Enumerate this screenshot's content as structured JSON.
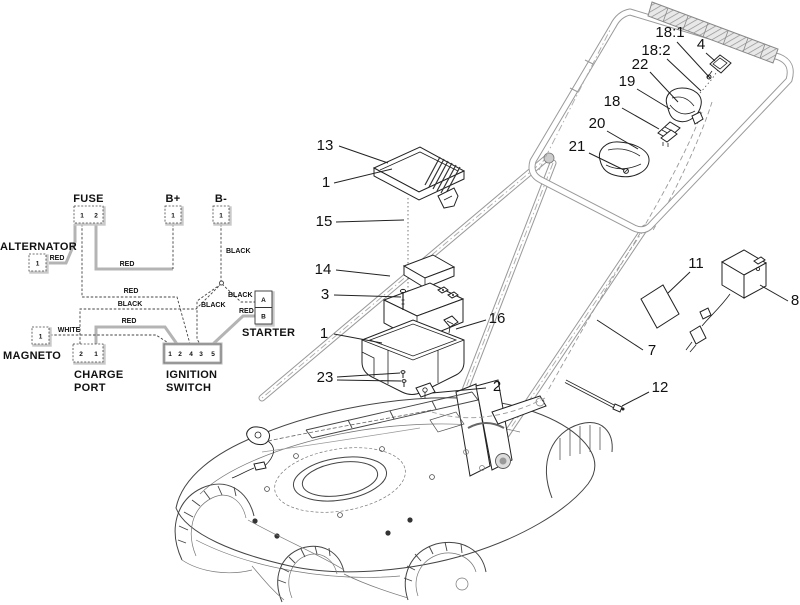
{
  "colors": {
    "background": "#ffffff",
    "line": "#222222",
    "light_line": "#999999",
    "wire_gray": "#b4b4b4"
  },
  "wiring": {
    "fuse": {
      "label": "FUSE",
      "terminals": [
        "1",
        "2"
      ]
    },
    "b_plus": {
      "label": "B+",
      "terminals": [
        "1"
      ]
    },
    "b_minus": {
      "label": "B-",
      "terminals": [
        "1"
      ]
    },
    "alternator": {
      "label": "ALTERNATOR",
      "terminals": [
        "1"
      ]
    },
    "magneto": {
      "label": "MAGNETO",
      "terminals": [
        "1"
      ]
    },
    "charge_port": {
      "label_line1": "CHARGE",
      "label_line2": "PORT",
      "terminals": [
        "2",
        "1"
      ]
    },
    "ignition_switch": {
      "label_line1": "IGNITION",
      "label_line2": "SWITCH",
      "terminals": [
        "1",
        "2",
        "4",
        "3",
        "5"
      ]
    },
    "starter": {
      "label": "STARTER",
      "terminals": [
        "A",
        "B"
      ]
    },
    "wire_labels": {
      "alternator_to_fuse": "RED",
      "fuse_to_bplus": "RED",
      "fuse_to_ignition": "RED",
      "chargeport_to_bminus": "BLACK",
      "chargeport_to_ignition": "RED",
      "magneto_to_ignition": "WHITE",
      "bminus_drop": "BLACK",
      "junction_to_ignition": "BLACK",
      "junction_to_starter_a": "BLACK",
      "ignition_to_starter_b": "RED"
    }
  },
  "callouts": [
    {
      "label": "13"
    },
    {
      "label": "1"
    },
    {
      "label": "15"
    },
    {
      "label": "14"
    },
    {
      "label": "3"
    },
    {
      "label": "1"
    },
    {
      "label": "16"
    },
    {
      "label": "23"
    },
    {
      "label": "2"
    },
    {
      "label": "11"
    },
    {
      "label": "8"
    },
    {
      "label": "7"
    },
    {
      "label": "12"
    },
    {
      "label": "18:1"
    },
    {
      "label": "18:2"
    },
    {
      "label": "22"
    },
    {
      "label": "19"
    },
    {
      "label": "18"
    },
    {
      "label": "20"
    },
    {
      "label": "21"
    },
    {
      "label": "4"
    }
  ]
}
